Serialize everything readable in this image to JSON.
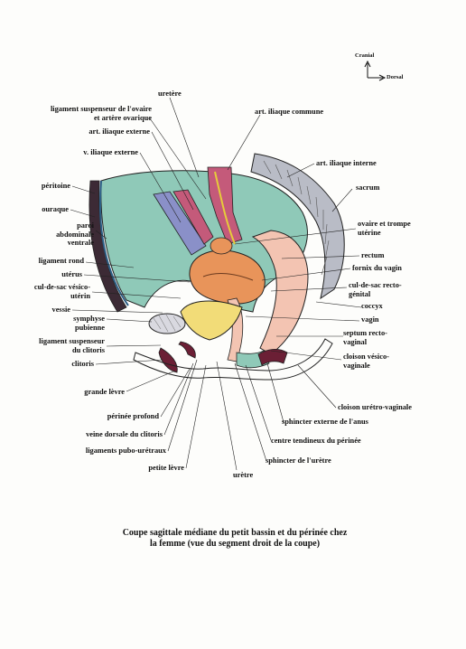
{
  "orientation": {
    "cranial": "Cranial",
    "dorsal": "Dorsal"
  },
  "labels": {
    "uretere": "uretère",
    "ligament_suspenseur_ovaire_1": "ligament suspenseur de l'ovaire",
    "ligament_suspenseur_ovaire_2": "et artère ovarique",
    "art_iliaque_externe": "art. iliaque externe",
    "v_iliaque_externe": "v. iliaque externe",
    "art_iliaque_commune": "art. iliaque commune",
    "art_iliaque_interne": "art. iliaque interne",
    "sacrum": "sacrum",
    "peritoine": "péritoine",
    "ouraque": "ouraque",
    "paroi_1": "paroi",
    "paroi_2": "abdominale",
    "paroi_3": "ventrale",
    "ligament_rond": "ligament rond",
    "uterus": "utérus",
    "cul_de_sac_vesico_1": "cul-de-sac vésico-",
    "cul_de_sac_vesico_2": "utérin",
    "vessie": "vessie",
    "symphyse_1": "symphyse",
    "symphyse_2": "pubienne",
    "lig_susp_clitoris_1": "ligament suspenseur",
    "lig_susp_clitoris_2": "du clitoris",
    "clitoris": "clitoris",
    "grande_levre": "grande lèvre",
    "perinee_profond": "périnée profond",
    "veine_dorsale": "veine dorsale du clitoris",
    "ligaments_pubo": "ligaments pubo-urétraux",
    "petite_levre": "petite lèvre",
    "uretre": "urètre",
    "sphincter_uretre": "sphincter de l'urètre",
    "centre_tendineux": "centre tendineux du périnée",
    "sphincter_anus": "sphincter externe de l'anus",
    "cloison_uretro": "cloison urétro-vaginale",
    "cloison_vesico_1": "cloison vésico-",
    "cloison_vesico_2": "vaginale",
    "septum_1": "septum recto-",
    "septum_2": "vaginal",
    "vagin": "vagin",
    "coccyx": "coccyx",
    "cul_de_sac_recto_1": "cul-de-sac recto-",
    "cul_de_sac_recto_2": "génital",
    "fornix": "fornix du vagin",
    "rectum": "rectum",
    "ovaire_1": "ovaire et trompe",
    "ovaire_2": "utérine"
  },
  "caption": {
    "line1": "Coupe sagittale médiane du petit bassin et du périnée chez",
    "line2": "la femme (vue du segment droit de la coupe)"
  },
  "colors": {
    "peritoneal_cavity": "#8fc9b8",
    "vessels": "#c45a7a",
    "veins_blue": "#8a90c8",
    "uterus": "#e8945a",
    "bladder": "#f2dc78",
    "rectum": "#f3c4b2",
    "labia": "#6b1f35",
    "sacrum_bone": "#b9bcc6"
  }
}
